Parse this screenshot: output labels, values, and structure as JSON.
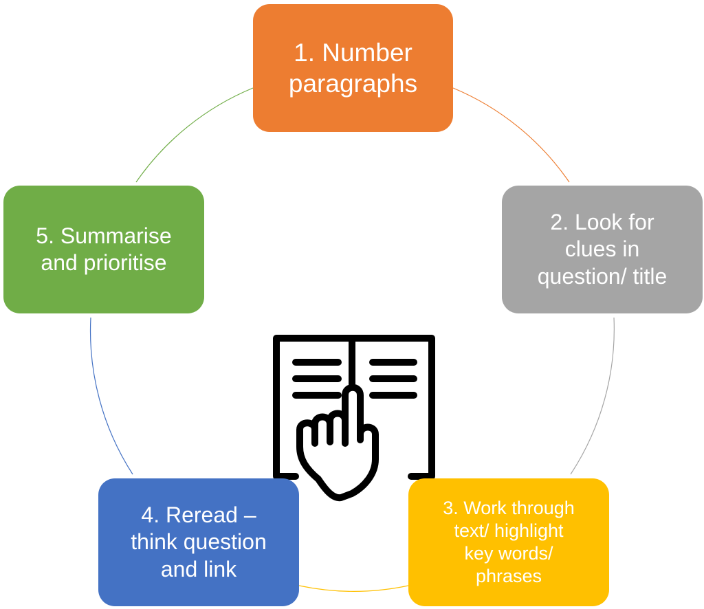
{
  "diagram": {
    "steps": [
      {
        "label": "1. Number\nparagraphs",
        "color": "#ED7D31"
      },
      {
        "label": "2. Look for\nclues in\nquestion/ title",
        "color": "#A5A5A5"
      },
      {
        "label": "3. Work through\ntext/ highlight\nkey words/\nphrases",
        "color": "#FFC000"
      },
      {
        "label": "4. Reread –\nthink question\nand link",
        "color": "#4472C4"
      },
      {
        "label": "5. Summarise\nand prioritise",
        "color": "#70AD47"
      }
    ],
    "center_icon": "reading-book-hand-icon",
    "connector_style": "circular-cycle"
  }
}
